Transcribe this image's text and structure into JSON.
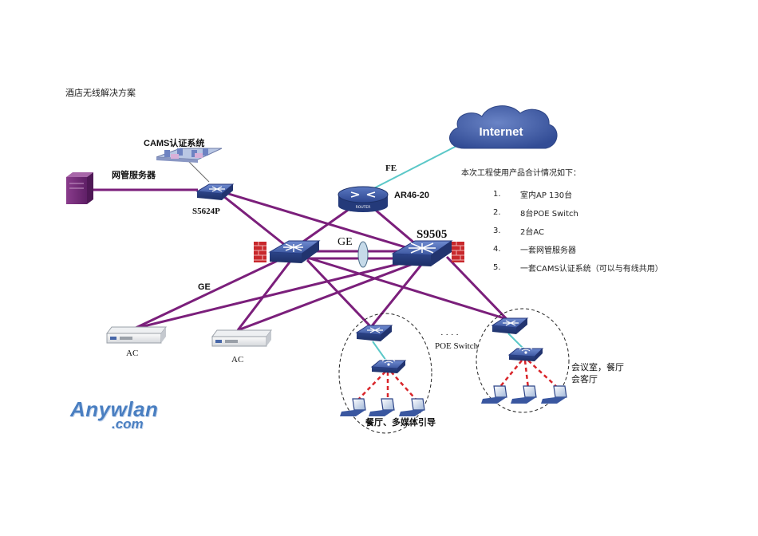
{
  "page_title": "酒店无线解决方案",
  "labels": {
    "internet": "Internet",
    "fe": "FE",
    "router": "AR46-20",
    "router_badge": "ROUTER",
    "cams": "CAMS认证系统",
    "nms": "网管服务器",
    "s5624": "S5624P",
    "ge_top": "GE",
    "s9505": "S9505",
    "ge_left": "GE",
    "ac_left": "AC",
    "ac_right": "AC",
    "poe_dots": "· · · ·",
    "poe_switch": "POE Switch",
    "meeting": "会议室，餐厅",
    "guestroom": "会客厅",
    "restaurant": "餐厅、多媒体引导"
  },
  "summary": {
    "heading": "本次工程使用产品合计情况如下：",
    "items": [
      {
        "no": "1.",
        "text": "室内AP 130台"
      },
      {
        "no": "2.",
        "text": "8台POE Switch"
      },
      {
        "no": "3.",
        "text": "2台AC"
      },
      {
        "no": "4.",
        "text": "一套网管服务器"
      },
      {
        "no": "5.",
        "text": "一套CAMS认证系统（可以与有线共用）"
      }
    ]
  },
  "logo": {
    "main": "Anywlan",
    "sub": ".com"
  },
  "colors": {
    "link_purple": "#7b1f7b",
    "link_cyan": "#5bc8c8",
    "wireless_red": "#d9252a",
    "device_blue": "#3a57a0",
    "cloud_blue": "#4a63a8"
  }
}
